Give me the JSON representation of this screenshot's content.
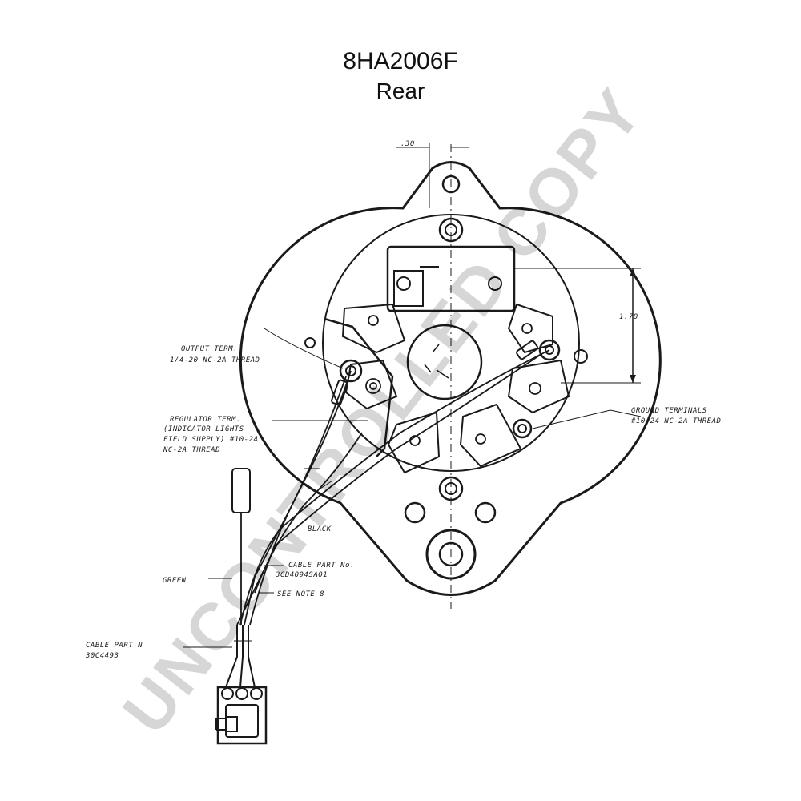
{
  "header": {
    "title": "8HA2006F",
    "subtitle": "Rear"
  },
  "dimensions": {
    "top_width": ".30",
    "right_height": "1.70"
  },
  "labels": {
    "output_term_1": "OUTPUT TERM.",
    "output_term_2": "1/4-20 NC-2A THREAD",
    "regulator_1": "REGULATOR TERM.",
    "regulator_2": "(INDICATOR LIGHTS",
    "regulator_3": "FIELD SUPPLY) #10-24",
    "regulator_4": "NC-2A THREAD",
    "ground_1": "GROUND TERMINALS",
    "ground_2": "#10-24 NC-2A THREAD",
    "black": "BLACK",
    "cable_part_a1": "CABLE PART No.",
    "cable_part_a2": "3CD4094SA01",
    "green": "GREEN",
    "see_note": "SEE NOTE 8",
    "cable_part_b1": "CABLE PART N",
    "cable_part_b2": "30C4493"
  },
  "watermark": {
    "text": "UNCONTROLLED COPY"
  },
  "colors": {
    "ink": "#1a1a1a",
    "watermark": "#bdbdbd"
  }
}
